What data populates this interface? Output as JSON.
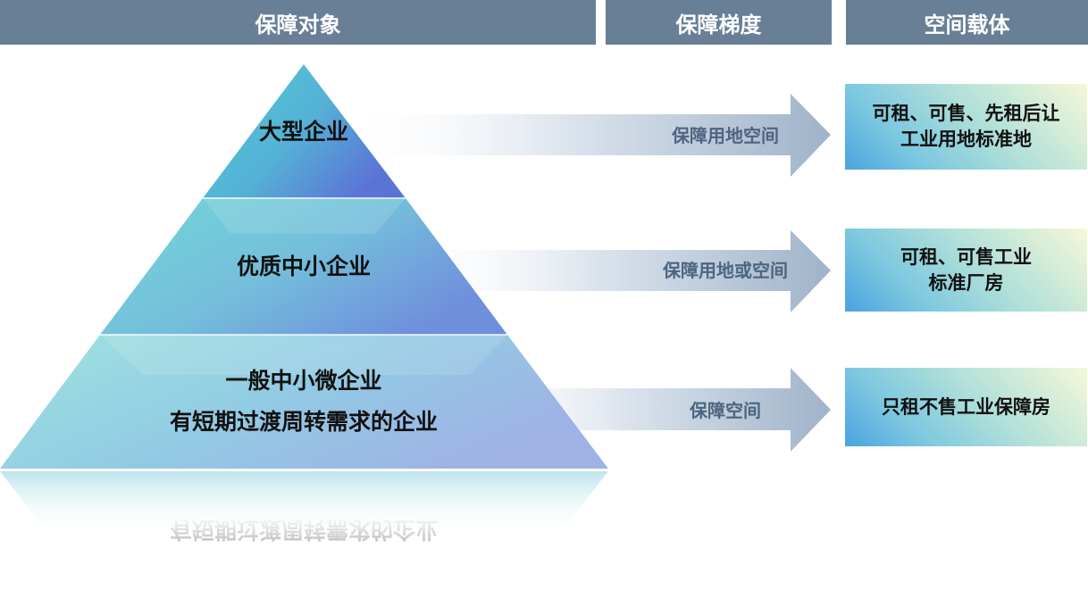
{
  "headers": {
    "object": "保障对象",
    "gradient": "保障梯度",
    "carrier": "空间载体"
  },
  "pyramid": {
    "tier1": "大型企业",
    "tier2": "优质中小企业",
    "tier3_line1": "一般中小微企业",
    "tier3_line2": "有短期过渡周转需求的企业"
  },
  "arrows": {
    "arrow1": "保障用地空间",
    "arrow2": "保障用地或空间",
    "arrow3": "保障空间"
  },
  "carriers": {
    "box1_line1": "可租、可售、先租后让",
    "box1_line2": "工业用地标准地",
    "box2_line1": "可租、可售工业",
    "box2_line2": "标准厂房",
    "box3_line1": "只租不售工业保障房"
  }
}
